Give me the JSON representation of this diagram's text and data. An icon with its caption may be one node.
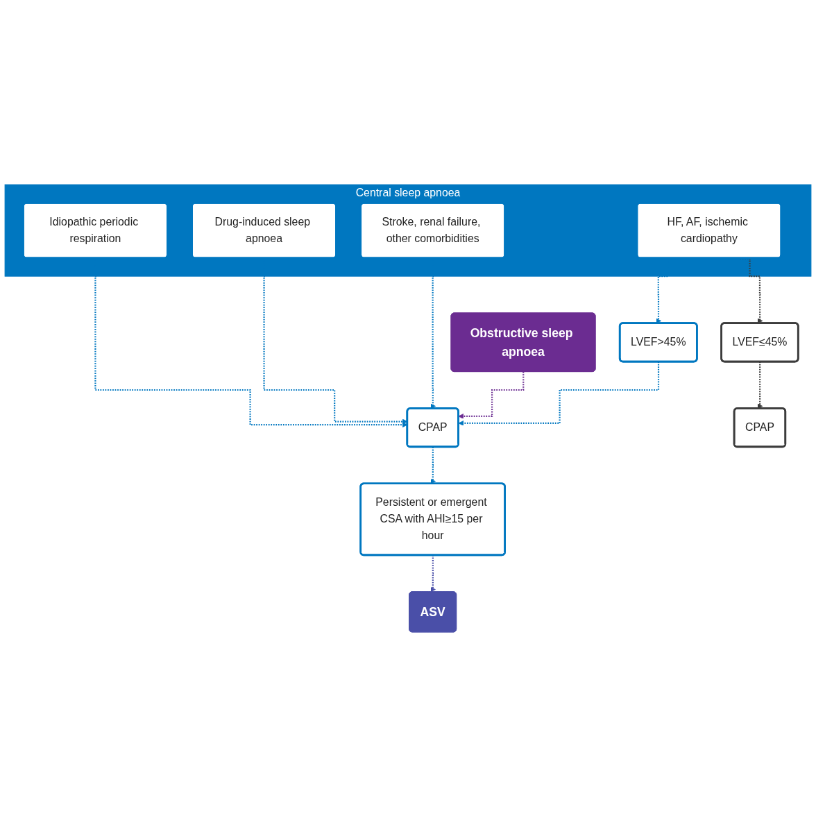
{
  "diagram": {
    "nodes": [
      {
        "text": [
          "Central sleep apnoea"
        ]
      },
      {
        "text": [
          "HF, AF, ischemic cardiopathy"
        ],
        "in": 0
      },
      {
        "text": [
          "Idiopathic periodic respiration"
        ],
        "in": 0
      },
      {
        "text": [
          "Drug-induced sleep apnoea"
        ],
        "in": 0
      },
      {
        "text": [
          "Stroke, renal failure, other comorbidities"
        ],
        "in": 0
      },
      {
        "text": [
          "Obstructive sleep apnoea"
        ]
      },
      {
        "text": [
          "LVEF≤45%"
        ]
      },
      {
        "text": [
          "LVEF>45%"
        ]
      },
      {
        "text": [
          "CPAP"
        ]
      },
      {
        "text": [
          "CPAP"
        ]
      },
      {
        "text": [
          "Persistent or emergent CSA with AHI≥15 per hour"
        ]
      },
      {
        "text": [
          "ASV"
        ]
      }
    ],
    "edges": [
      {
        "from": 1,
        "to": 6,
        "arrow": "to",
        "style": "dashed",
        "color": "#3c3c3c"
      },
      {
        "from": 1,
        "to": 7,
        "arrow": "to",
        "style": "dashed"
      },
      {
        "from": 2,
        "to": 8,
        "arrow": "to",
        "style": "dashed"
      },
      {
        "from": 3,
        "to": 8,
        "arrow": "to",
        "style": "dashed"
      },
      {
        "from": 4,
        "to": 8,
        "arrow": "to",
        "style": "dashed"
      },
      {
        "from": 5,
        "to": 8,
        "arrow": "to",
        "style": "dashed",
        "color": "#6b2c91"
      },
      {
        "from": 7,
        "to": 8,
        "arrow": "to",
        "style": "dashed"
      },
      {
        "from": 6,
        "to": 9,
        "arrow": "to",
        "style": "dashed",
        "color": "#3c3c3c"
      },
      {
        "from": 8,
        "to": 10,
        "arrow": "to",
        "style": "dashed"
      },
      {
        "from": 10,
        "to": 11,
        "arrow": "to",
        "style": "dashed",
        "color": "#4a4fa8"
      }
    ]
  }
}
